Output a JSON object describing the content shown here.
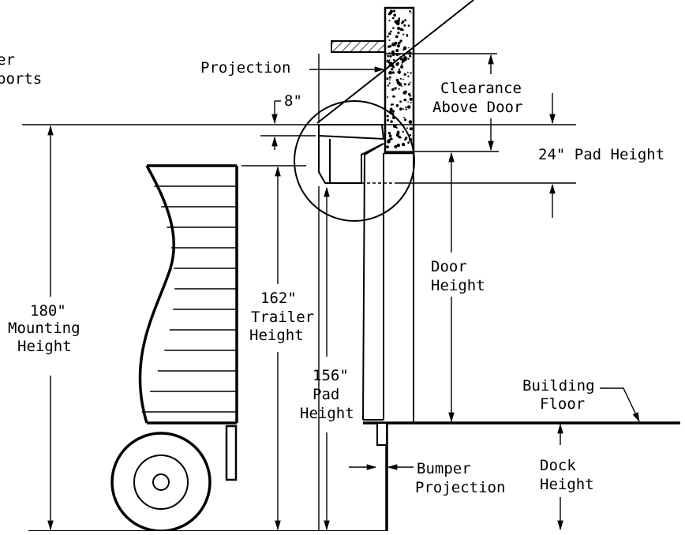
{
  "labels": {
    "header_cut_1": "er",
    "header_cut_2": "ports",
    "projection": "Projection",
    "clearance_1": "Clearance",
    "clearance_2": "Above Door",
    "eight_inch": "8\"",
    "pad_height_24": "24\" Pad Height",
    "door_1": "Door",
    "door_2": "Height",
    "mount_1": "180\"",
    "mount_2": "Mounting",
    "mount_3": "Height",
    "trailer_1": "162\"",
    "trailer_2": "Trailer",
    "trailer_3": "Height",
    "pad156_1": "156\"",
    "pad156_2": "Pad",
    "pad156_3": "Height",
    "floor_1": "Building",
    "floor_2": "Floor",
    "bumper_1": "Bumper",
    "bumper_2": "Projection",
    "dock_1": "Dock",
    "dock_2": "Height"
  }
}
